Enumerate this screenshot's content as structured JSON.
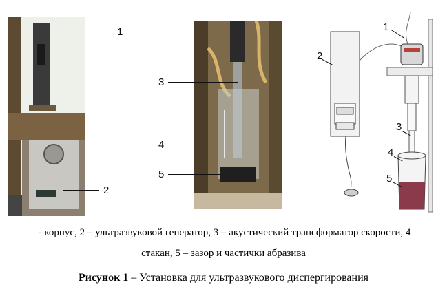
{
  "labels": {
    "l1": "1",
    "l2": "2",
    "l3": "3",
    "l4": "4",
    "l5": "5",
    "r1": "1",
    "r2": "2",
    "r3": "3",
    "r4": "4",
    "r5": "5"
  },
  "caption": {
    "line1": "- корпус, 2 – ультразвуковой генератор, 3 – акустический трансформатор скорости, 4",
    "line2": "стакан, 5 – зазор и частички абразива",
    "title_bold": "Рисунок 1",
    "title_rest": " – Установка для ультразвукового диспергирования"
  },
  "colors": {
    "photo_bg_left": "#6b5a40",
    "photo_bg_mid": "#8a7a5a",
    "generator_box": "#c9c7c2",
    "sample_dark": "#1f1f1f",
    "liquid": "#8a3a4a"
  }
}
